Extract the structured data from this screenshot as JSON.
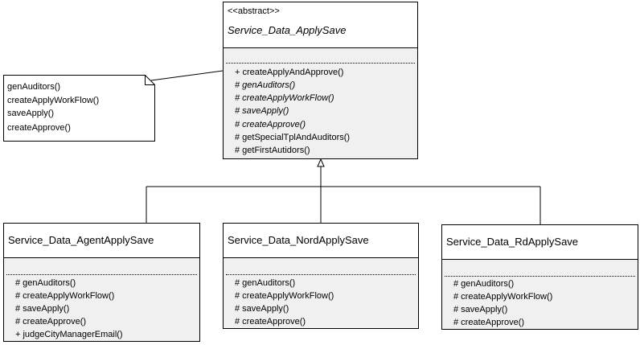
{
  "abstract_class": {
    "stereotype": "<<abstract>>",
    "name": "Service_Data_ApplySave",
    "methods": [
      {
        "text": "+ createApplyAndApprove()",
        "italic": false
      },
      {
        "text": "# genAuditors()",
        "italic": true
      },
      {
        "text": "# createApplyWorkFlow()",
        "italic": true
      },
      {
        "text": "# saveApply()",
        "italic": true
      },
      {
        "text": "# createApprove()",
        "italic": true
      },
      {
        "text": "# getSpecialTplAndAuditors()",
        "italic": false
      },
      {
        "text": "# getFirstAutidors()",
        "italic": false
      }
    ]
  },
  "note": {
    "lines": [
      "genAuditors()",
      "createApplyWorkFlow()",
      "saveApply()",
      "createApprove()"
    ]
  },
  "classes": [
    {
      "name": "Service_Data_AgentApplySave",
      "methods": [
        "# genAuditors()",
        "# createApplyWorkFlow()",
        "# saveApply()",
        "# createApprove()",
        "+ judgeCityManagerEmail()"
      ]
    },
    {
      "name": "Service_Data_NordApplySave",
      "methods": [
        "# genAuditors()",
        "# createApplyWorkFlow()",
        "# saveApply()",
        "# createApprove()"
      ]
    },
    {
      "name": "Service_Data_RdApplySave",
      "methods": [
        "# genAuditors()",
        "# createApplyWorkFlow()",
        "# saveApply()",
        "# createApprove()"
      ]
    }
  ]
}
